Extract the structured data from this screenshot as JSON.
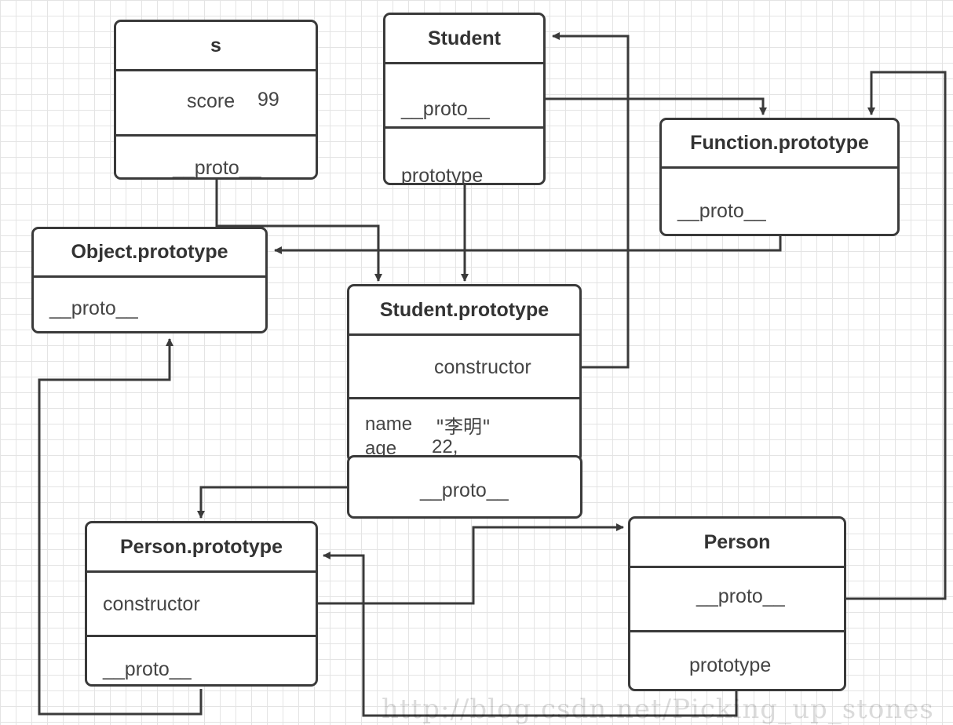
{
  "nodes": {
    "s": {
      "title": "s",
      "score_label": "score",
      "score_value": "99",
      "proto": "__proto__"
    },
    "student": {
      "title": "Student",
      "proto": "__proto__",
      "prototype": "prototype"
    },
    "function_prototype": {
      "title": "Function.prototype",
      "proto": "__proto__"
    },
    "object_prototype": {
      "title": "Object.prototype",
      "proto": "__proto__"
    },
    "student_prototype": {
      "title": "Student.prototype",
      "constructor": "constructor",
      "name_label": "name",
      "name_value": "\"李明\"",
      "age_label": "age",
      "age_value": "22,",
      "proto": "__proto__"
    },
    "person_prototype": {
      "title": "Person.prototype",
      "constructor": "constructor",
      "proto": "__proto__"
    },
    "person": {
      "title": "Person",
      "proto": "__proto__",
      "prototype": "prototype"
    }
  },
  "watermark": "http://blog.csdn.net/Picking_up_stones",
  "colors": {
    "line": "#3a3a3a",
    "grid": "#e4e4e4",
    "box_border": "#3a3a3a"
  }
}
